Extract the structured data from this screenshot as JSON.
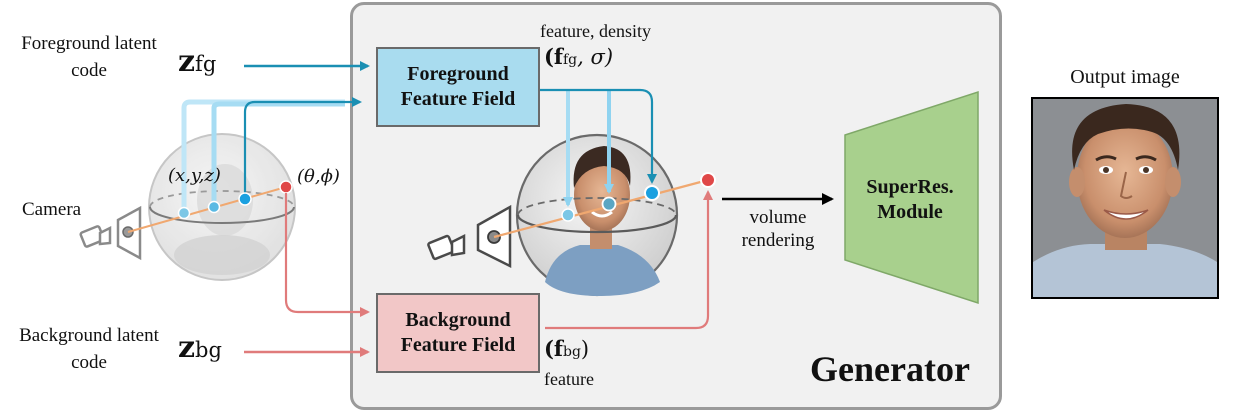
{
  "inputs": {
    "fg_label": "Foreground latent code",
    "fg_symbol": "z",
    "fg_sub": "fg",
    "bg_label": "Background latent code",
    "bg_symbol": "z",
    "bg_sub": "bg",
    "camera_label": "Camera",
    "coords_label": "(x,y,z)",
    "angles_label": "(θ,ϕ)"
  },
  "generator": {
    "title": "Generator",
    "fg_field": "Foreground Feature Field",
    "bg_field": "Background Feature Field",
    "fg_output_caption": "feature, density",
    "fg_output_symbol": "(f",
    "fg_output_sub": "fg",
    "fg_output_tail": ", σ)",
    "bg_output_symbol": "(f",
    "bg_output_sub": "bg",
    "bg_output_tail": ")",
    "bg_output_caption": "feature",
    "render_label": "volume rendering",
    "superres": "SuperRes. Module"
  },
  "output": {
    "title": "Output image"
  },
  "colors": {
    "fg_arrow": "#1a8fb3",
    "fg_arrow_light": "#8fd3f0",
    "bg_arrow": "#e07b7b",
    "fg_box": "#a9dcef",
    "bg_box": "#f2c7c7",
    "superres_box": "#a8d08d",
    "generator_bg": "#f1f1f1",
    "ray": "#f0a870",
    "point_fg": "#1aa0e0",
    "point_bg": "#e04848"
  }
}
